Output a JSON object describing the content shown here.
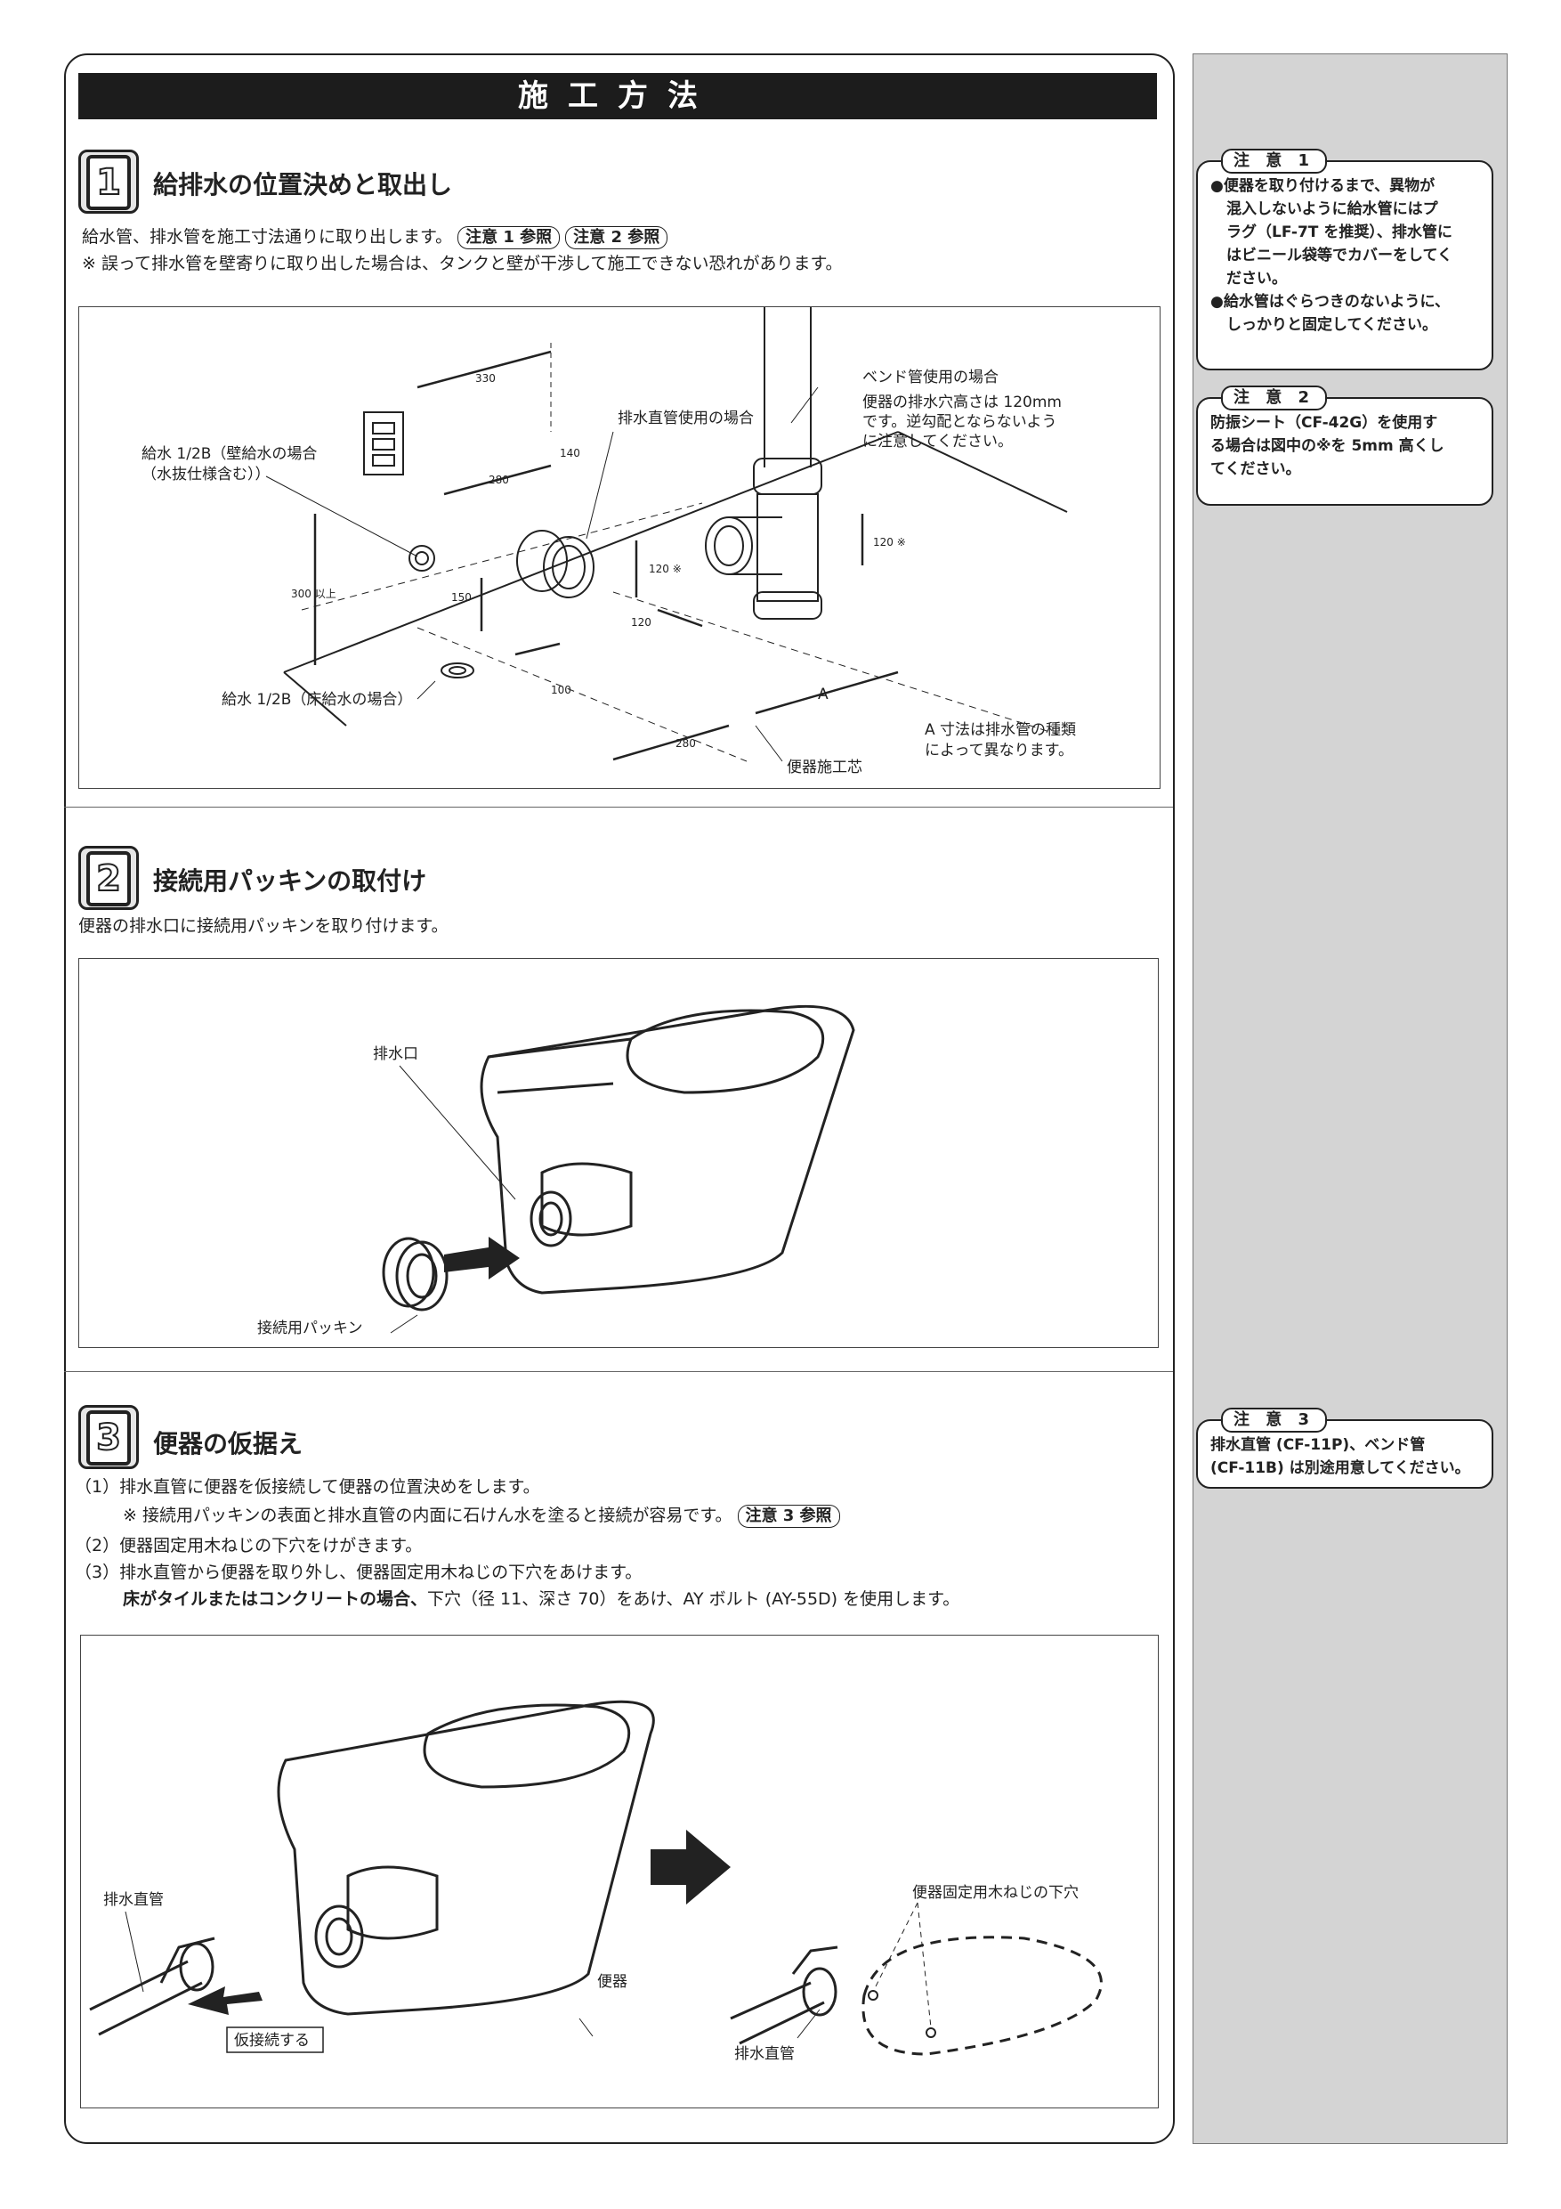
{
  "title": "施工方法",
  "step1": {
    "number": "1",
    "title": "給排水の位置決めと取出し",
    "line1": "給水管、排水管を施工寸法通りに取り出します。",
    "ref1": "注意 1 参照",
    "ref2": "注意 2 参照",
    "line2": "※ 誤って排水管を壁寄りに取り出した場合は、タンクと壁が干渉して施工できない恐れがあります。",
    "diagram": {
      "wall_water": "給水 1/2B（壁給水の場合",
      "wall_water2": "（水抜仕様含む））",
      "floor_water": "給水 1/2B（床給水の場合）",
      "straight_pipe": "排水直管使用の場合",
      "bend_pipe": "ベンド管使用の場合",
      "bend_note1": "便器の排水穴高さは 120mm",
      "bend_note2": "です。逆勾配とならないよう",
      "bend_note3": "に注意してください。",
      "center": "便器施工芯",
      "a_note1": "A 寸法は排水管の種類",
      "a_note2": "によって異なります。",
      "dim_330": "330",
      "dim_280a": "280",
      "dim_140": "140",
      "dim_300": "300 以上",
      "dim_150": "150",
      "dim_100": "100",
      "dim_280b": "280",
      "dim_120a": "120 ※",
      "dim_120b": "120",
      "dim_120c": "120 ※",
      "dim_A": "A"
    }
  },
  "step2": {
    "number": "2",
    "title": "接続用パッキンの取付け",
    "line1": "便器の排水口に接続用パッキンを取り付けます。",
    "label_outlet": "排水口",
    "label_packing": "接続用パッキン"
  },
  "step3": {
    "number": "3",
    "title": "便器の仮据え",
    "line1": "（1）排水直管に便器を仮接続して便器の位置決めをします。",
    "line1b": "※ 接続用パッキンの表面と排水直管の内面に石けん水を塗ると接続が容易です。",
    "ref3": "注意 3 参照",
    "line2": "（2）便器固定用木ねじの下穴をけがきます。",
    "line3": "（3）排水直管から便器を取り外し、便器固定用木ねじの下穴をあけます。",
    "line4_bold": "床がタイルまたはコンクリートの場合、",
    "line4_rest": "下穴（径 11、深さ 70）をあけ、AY ボルト (AY-55D) を使用します。",
    "label_pipe_left": "排水直管",
    "label_temp": "仮接続する",
    "label_toilet": "便器",
    "label_holes": "便器固定用木ねじの下穴",
    "label_pipe_right": "排水直管"
  },
  "notes": [
    {
      "title": "注 意 1",
      "lines": [
        "●便器を取り付けるまで、異物が",
        "混入しないように給水管にはプ",
        "ラグ（LF-7T を推奨）、排水管に",
        "はビニール袋等でカバーをしてく",
        "ださい。",
        "●給水管はぐらつきのないように、",
        "しっかりと固定してください。"
      ]
    },
    {
      "title": "注 意 2",
      "lines": [
        "防振シート（CF-42G）を使用す",
        "る場合は図中の※を 5mm 高くし",
        "てください。"
      ]
    },
    {
      "title": "注 意 3",
      "lines": [
        "排水直管 (CF-11P)、ベンド管",
        "(CF-11B) は別途用意してください。"
      ]
    }
  ]
}
